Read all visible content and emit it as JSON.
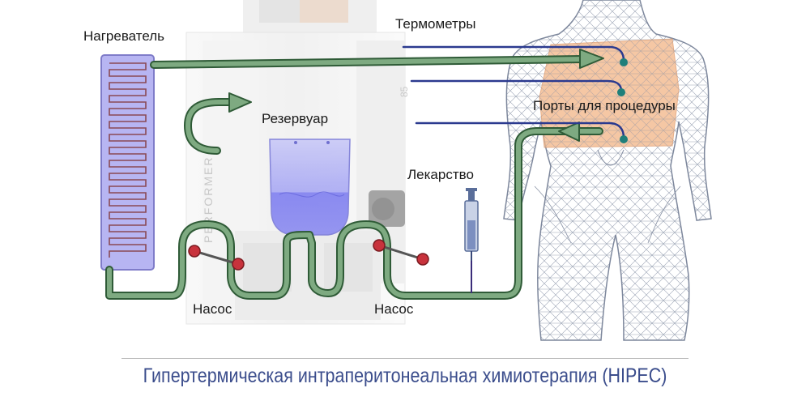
{
  "labels": {
    "heater": "Нагреватель",
    "thermometers": "Термометры",
    "reservoir": "Резервуар",
    "ports": "Порты для процедуры",
    "drug": "Лекарство",
    "pump_left": "Насос",
    "pump_right": "Насос"
  },
  "machine_text": "PERFORMER",
  "caption": "Гипертермическая интраперитонеальная химиотерапия (HIPEC)",
  "colors": {
    "tube": "#6f9f73",
    "tube_edge": "#2f5b37",
    "heater": "#b7b5f2",
    "heater_coil": "#8a4a55",
    "probe": "#2b3a8f",
    "probe_tip": "#1f7f7a",
    "abdomen": "#f3b88b",
    "reservoir": "#8e8ef2",
    "pump_ball": "#c8323c",
    "caption": "#3b4d8c"
  }
}
